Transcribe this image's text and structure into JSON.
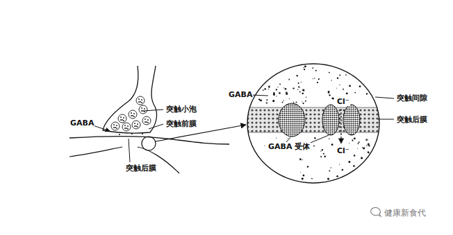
{
  "diagram": {
    "labels": [
      "GABA",
      "突触小泡",
      "突触前膜",
      "突触后膜",
      "GABA",
      "Cl⁻",
      "突触间隙",
      "突触后膜",
      "GABA 受体",
      "Cl⁻",
      "健康新食代"
    ]
  }
}
